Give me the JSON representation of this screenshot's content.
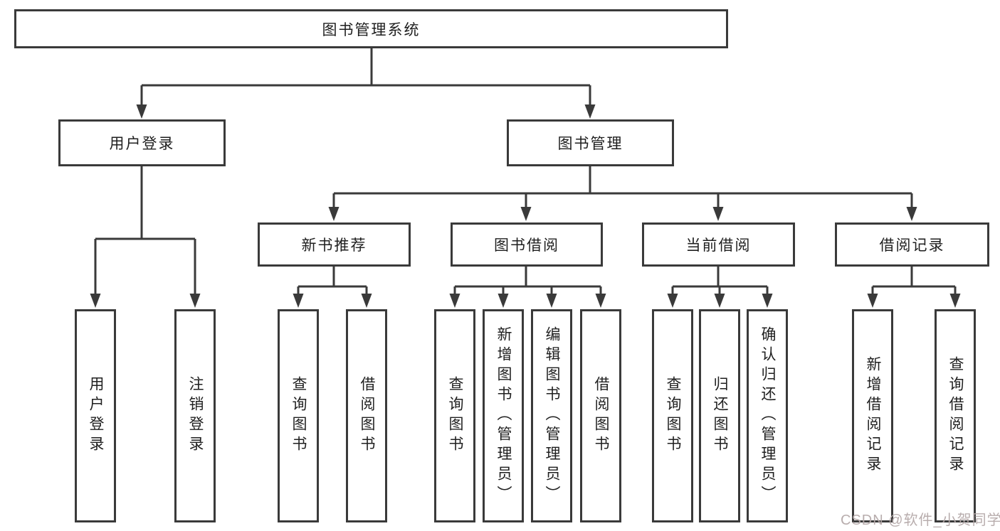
{
  "diagram": {
    "title": "图书管理系统",
    "branches": [
      {
        "label": "用户登录",
        "children": [
          {
            "label": "用户登录"
          },
          {
            "label": "注销登录"
          }
        ]
      },
      {
        "label": "图书管理",
        "sections": [
          {
            "label": "新书推荐",
            "children": [
              {
                "label": "查询图书"
              },
              {
                "label": "借阅图书"
              }
            ]
          },
          {
            "label": "图书借阅",
            "children": [
              {
                "label": "查询图书"
              },
              {
                "label": "新增图书（管理员）"
              },
              {
                "label": "编辑图书（管理员）"
              },
              {
                "label": "借阅图书"
              }
            ]
          },
          {
            "label": "当前借阅",
            "children": [
              {
                "label": "查询图书"
              },
              {
                "label": "归还图书"
              },
              {
                "label": "确认归还（管理员）"
              }
            ]
          },
          {
            "label": "借阅记录",
            "children": [
              {
                "label": "新增借阅记录"
              },
              {
                "label": "查询借阅记录"
              }
            ]
          }
        ]
      }
    ],
    "watermark": "CSDN @软件_小贺同学",
    "colors": {
      "line": "#3a3a3a",
      "text": "#1f1f1f",
      "background": "#ffffff",
      "watermark": "#b5a9a9"
    }
  }
}
